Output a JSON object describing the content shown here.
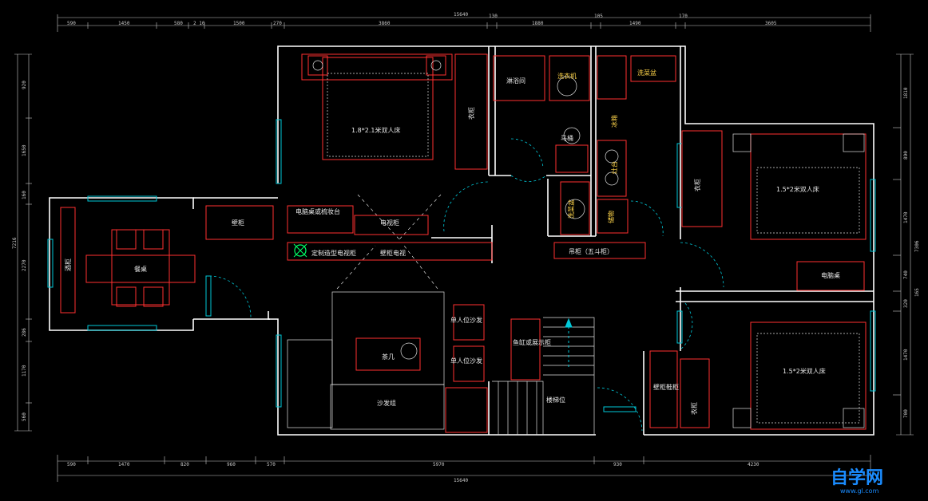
{
  "colors": {
    "background": "#000000",
    "wall": "#ffffff",
    "dimension": "#c8c8c8",
    "furniture": "#ff3030",
    "fixture": "#e0e0e0",
    "window": "#00c8d8",
    "label_green": "#00ff99",
    "label_yellow": "#ffd54a"
  },
  "dimensions": {
    "top_overall": "15640",
    "top_segments": [
      "590",
      "1450",
      "580",
      "2 10",
      "1500",
      "270",
      "3860",
      "130",
      "1880",
      "105",
      "1490",
      "170",
      "3605"
    ],
    "bottom_overall": "15640",
    "bottom_segments": [
      "590",
      "1470",
      "820",
      "960",
      "570",
      "5970",
      "930",
      "4230"
    ],
    "left_segments": [
      "920",
      "1650",
      "160",
      "2270",
      "286",
      "1170",
      "560"
    ],
    "left_overall": "7216",
    "right_segments": [
      "1810",
      "890",
      "1470",
      "740",
      "320",
      "1470",
      "700"
    ],
    "right_overall": "7306",
    "right_extra": "165"
  },
  "rooms": {
    "master_bed": "1.8*2.1米双人床",
    "wardrobe_1": "衣柜",
    "shower": "淋浴间",
    "washer": "洗衣机",
    "toilet": "马桶",
    "washbasin_top": "洗菜盆",
    "fridge": "冰箱",
    "stove": "灶台",
    "sink_mid": "洗菜盆",
    "cabinet_mid": "储物",
    "bed_right_top": "1.5*2米双人床",
    "wardrobe_right_top": "衣柜",
    "desk_right": "电脑桌",
    "computer_desk": "电脑桌或梳妆台",
    "tv_cabinet": "电视柜",
    "wall_cabinet_left": "壁柜",
    "tv_wall": "定制造型电视柜",
    "tv": "壁柜电视",
    "dining": "餐桌",
    "wine": "酒柜",
    "shoe_cabinet_mid": "吊柜（五斗柜）",
    "single_sofa_1": "单人位沙发",
    "single_sofa_2": "单人位沙发",
    "coffee_table": "茶几",
    "sofa_group": "沙发组",
    "display_cabinet": "鱼缸或展示柜",
    "stairs": "楼梯位",
    "shoe_cabinet": "壁柜鞋柜",
    "wardrobe_right_bottom": "衣柜",
    "bed_right_bottom": "1.5*2米双人床"
  },
  "watermark": {
    "text": "自学网",
    "url": "www.gl.com"
  }
}
